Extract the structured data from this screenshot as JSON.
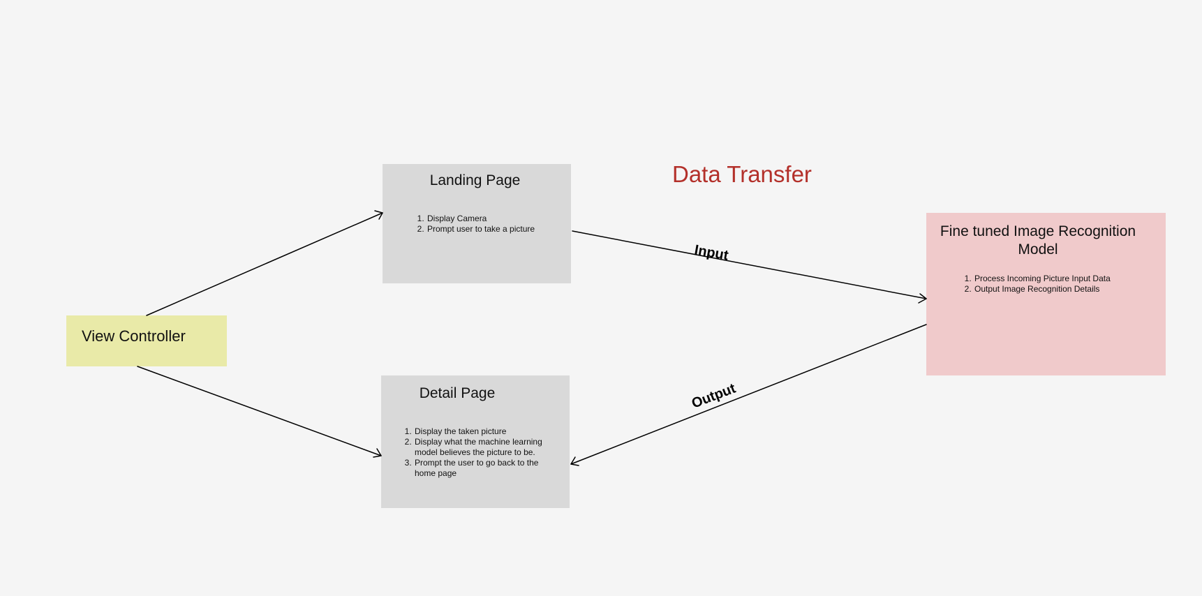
{
  "heading": "Data Transfer",
  "nodes": {
    "view_controller": {
      "title": "View Controller"
    },
    "landing_page": {
      "title": "Landing Page",
      "items": [
        "Display Camera",
        "Prompt user to take a picture"
      ]
    },
    "detail_page": {
      "title": "Detail Page",
      "items": [
        "Display the taken picture",
        "Display what the machine learning model believes the picture to be.",
        "Prompt the user to go back to the home page"
      ]
    },
    "model": {
      "title": "Fine tuned Image Recognition Model",
      "items": [
        "Process Incoming Picture Input Data",
        "Output Image Recognition Details"
      ]
    }
  },
  "edges": {
    "input_label": "Input",
    "output_label": "Output"
  },
  "colors": {
    "background": "#f5f5f5",
    "view_controller_fill": "#e9eaa8",
    "page_fill": "#d9d9d9",
    "model_fill": "#f0cacb",
    "heading": "#b3302a"
  }
}
